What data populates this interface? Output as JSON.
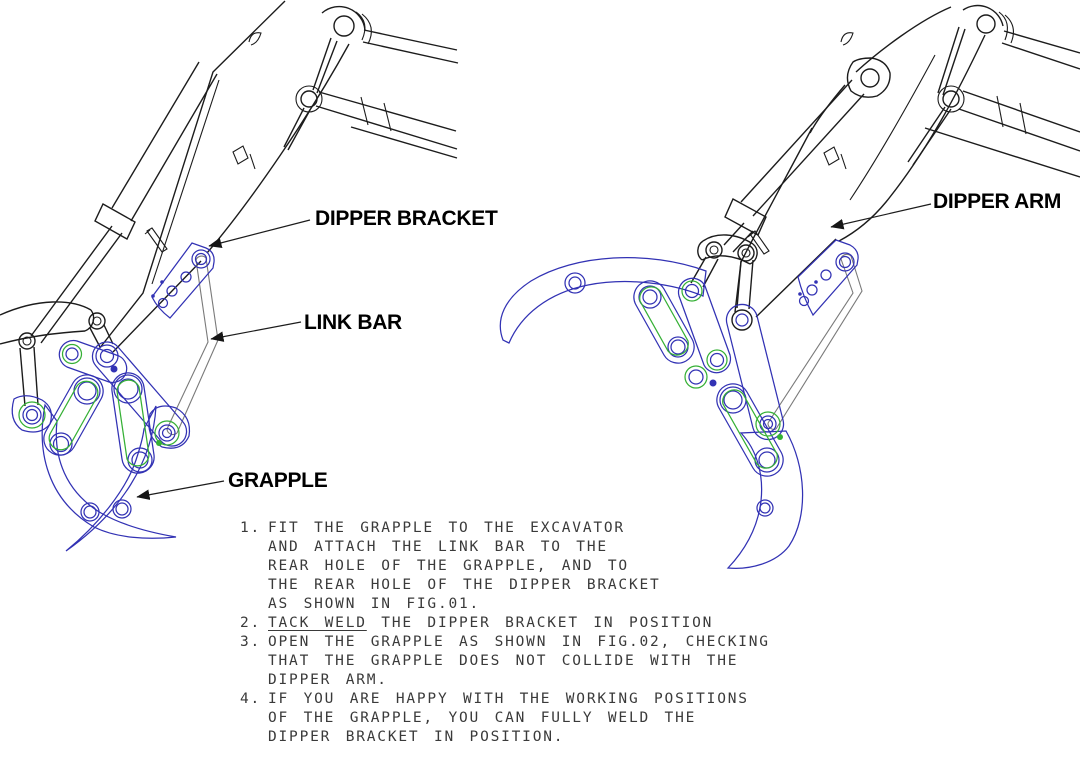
{
  "page": {
    "background": "#ffffff"
  },
  "colors": {
    "line": "#1c1c1c",
    "grapple_blue": "#3232b4",
    "highlight_green": "#35b035",
    "link_bar_gray": "#7a7a7a",
    "instruction_text": "#3a3a3a",
    "label_text": "#000000"
  },
  "labels": {
    "dipper_bracket": "DIPPER BRACKET",
    "link_bar": "LINK BAR",
    "grapple": "GRAPPLE",
    "dipper_arm": "DIPPER ARM"
  },
  "instructions": {
    "items": [
      {
        "num": "1.",
        "lines": [
          "FIT THE GRAPPLE TO THE EXCAVATOR",
          "AND ATTACH THE LINK BAR TO THE",
          "REAR HOLE OF THE GRAPPLE, AND TO",
          "THE REAR HOLE OF THE DIPPER BRACKET",
          "AS SHOWN IN FIG.01."
        ]
      },
      {
        "num": "2.",
        "lines": [
          "TACK WELD THE DIPPER BRACKET IN POSITION"
        ],
        "underline": "TACK WELD"
      },
      {
        "num": "3.",
        "lines": [
          "OPEN THE GRAPPLE AS SHOWN IN FIG.02, CHECKING",
          "THAT THE GRAPPLE DOES NOT COLLIDE WITH THE",
          "DIPPER ARM."
        ]
      },
      {
        "num": "4.",
        "lines": [
          "IF YOU ARE HAPPY WITH THE WORKING POSITIONS",
          "OF THE GRAPPLE, YOU CAN FULLY WELD THE",
          "DIPPER BRACKET IN POSITION."
        ]
      }
    ]
  }
}
